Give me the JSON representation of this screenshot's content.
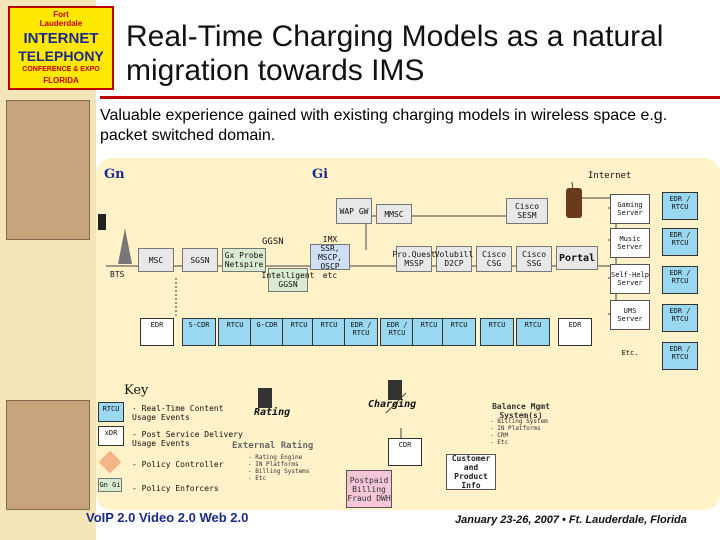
{
  "slide": {
    "title": "Real-Time Charging Models as a natural migration towards IMS",
    "bullet": "Valuable experience gained with existing charging models in wireless space e.g. packet switched domain.",
    "logo": {
      "l1": "Fort",
      "l2": "Lauderdale",
      "l3": "INTERNET",
      "l4": "TELEPHONY",
      "l5": "CONFERENCE & EXPO",
      "l6": "FLORIDA"
    },
    "footer_left": "VoIP 2.0 Video 2.0 Web 2.0",
    "footer_right": "January 23-26, 2007 • Ft. Lauderdale, Florida"
  },
  "diagram": {
    "gn": "Gn",
    "gi": "Gi",
    "internet": "Internet",
    "bts": "BTS",
    "msc": "MSC",
    "sgsn": "SGSN",
    "ggsn": "GGSN",
    "probe": "Gx Probe Netspire",
    "intelligent_ggsn": "Intelligent GGSN",
    "imx": "IMX SSR, MSCP, OSCP etc",
    "wap_gw": "WAP GW",
    "mmsc": "MMSC",
    "cisco_sesm": "Cisco SESM",
    "pro_quest": "Pro.Quest MSSP",
    "volubill": "Volubill D2CP",
    "cisco_csg": "Cisco CSG",
    "cisco_ssg": "Cisco SSG",
    "portal": "Portal",
    "servers": [
      "Gaming Server",
      "Music Server",
      "Self-Help Server",
      "UMS Server",
      "Etc."
    ],
    "edr_rtcu": [
      "EDR / RTCU",
      "EDR / RTCU",
      "EDR / RTCU",
      "EDR / RTCU",
      "EDR / RTCU"
    ],
    "records_row": [
      "EDR",
      "S-CDR",
      "RTCU",
      "G-CDR",
      "RTCU",
      "RTCU",
      "EDR / RTCU",
      "EDR / RTCU",
      "RTCU",
      "RTCU",
      "RTCU",
      "RTCU",
      "EDR"
    ],
    "charging": "Charging",
    "rating": "Rating",
    "external_rating": "External Rating",
    "rating_list": [
      "- Rating Engine",
      "- IN Platforms",
      "- Billing Systems",
      "- Etc"
    ],
    "balance": "Balance Mgmt System(s)",
    "balance_list": [
      "- Billing System",
      "- IN Platforms",
      "- CRM",
      "- Etc"
    ],
    "cdr": "CDR",
    "customer_info": "Customer and Product Info",
    "postpaid": "Postpaid Billing Fraud DWH"
  },
  "key": {
    "title": "Key",
    "rtcu_icon": "RTCU",
    "xdr_icon": "xDR",
    "gx_icon": "Gn Gi",
    "items": [
      "- Real-Time Content Usage Events",
      "- Post Service Delivery Usage Events",
      "- Policy Controller",
      "- Policy Enforcers"
    ]
  },
  "colors": {
    "accent": "#c00000",
    "diagram_bg": "#fff1c8",
    "edr_blue": "#9ad8f2",
    "text_blue": "#1a2a8a"
  }
}
